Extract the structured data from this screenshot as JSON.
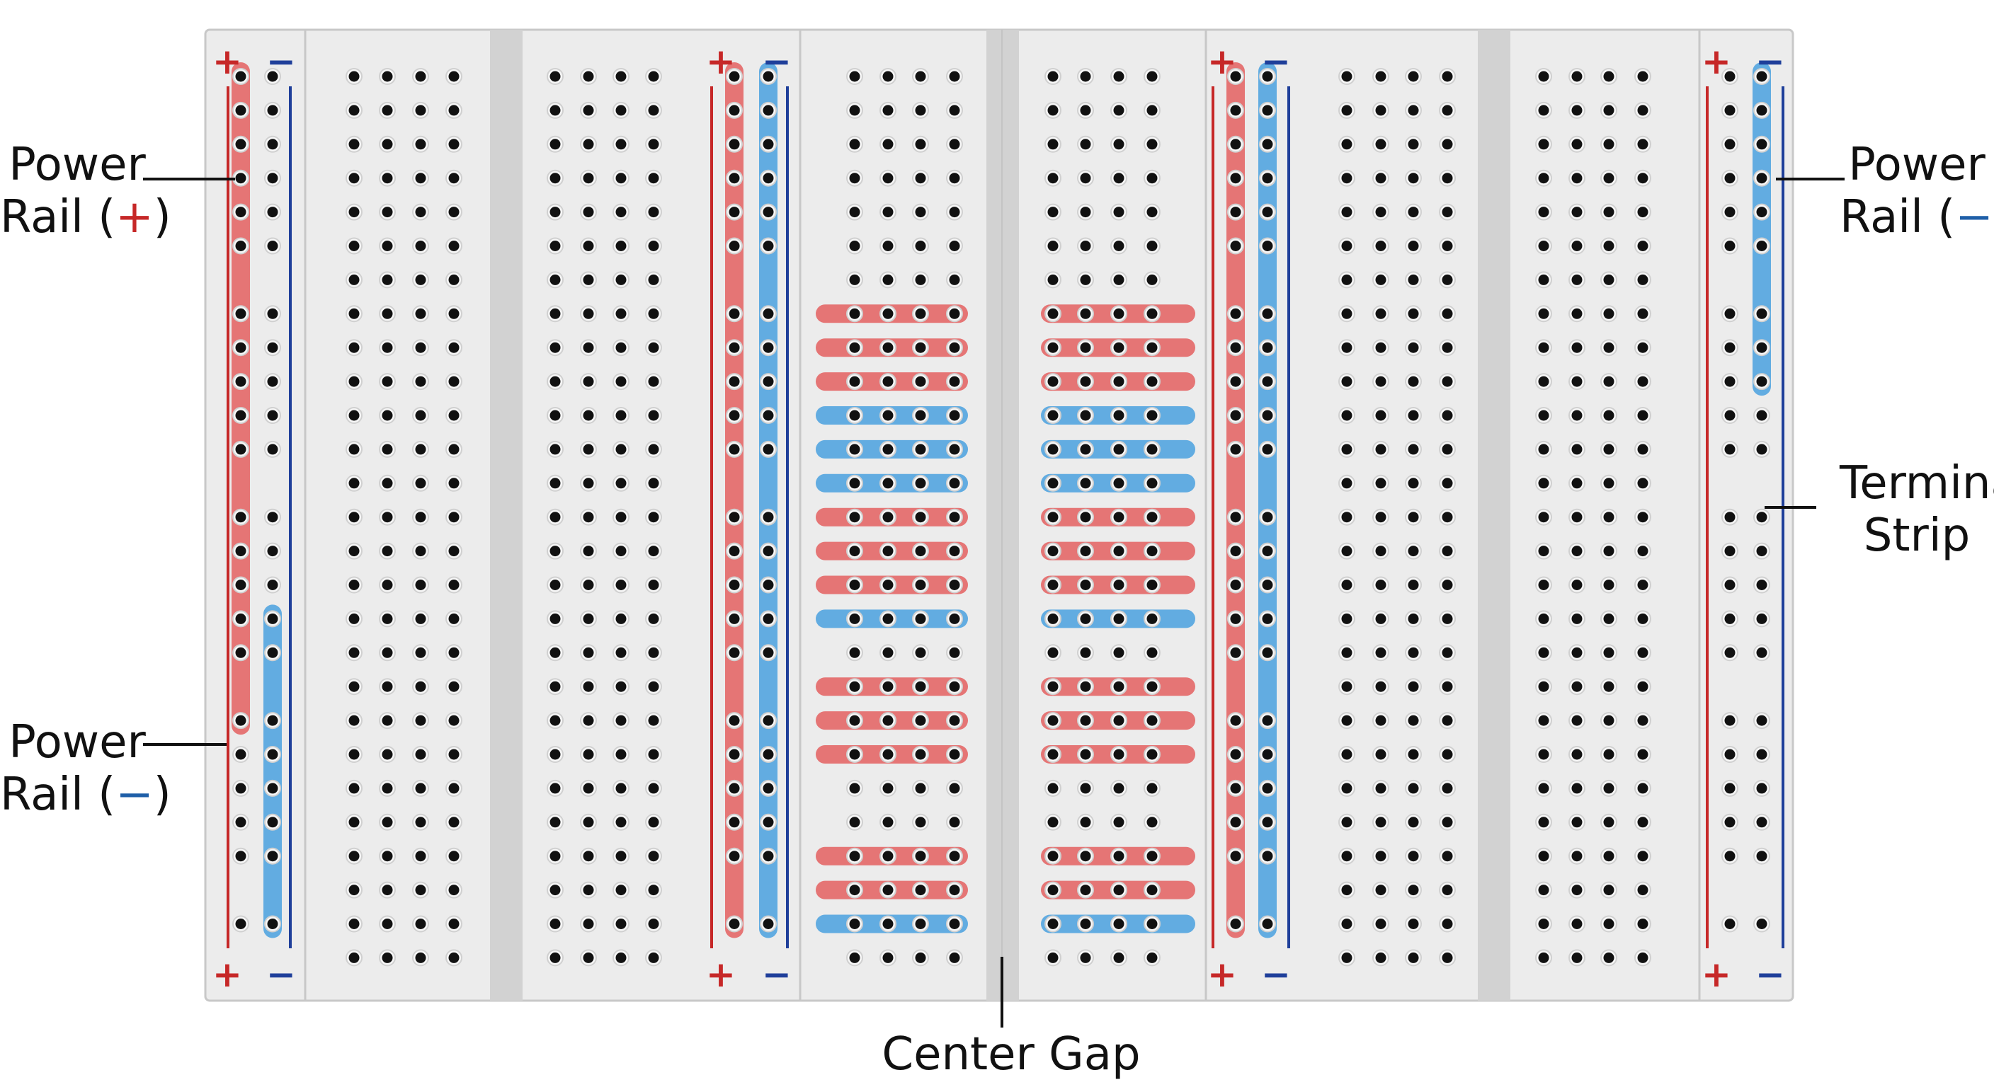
{
  "colors": {
    "board": "#ececec",
    "board_edge": "#c8c8c8",
    "gap": "#d2d2d2",
    "hole": "#111111",
    "hole_ring": "#d0d0d0",
    "positive": "#e46a6a",
    "positive_line": "#c62828",
    "negative": "#56a6e0",
    "negative_line": "#1f3f9a",
    "leader": "#111111"
  },
  "rail_symbols": {
    "plus": "+",
    "minus": "−"
  },
  "labels": {
    "power_rail_pos": {
      "line1": "Power",
      "line2_text": "Rail (",
      "sign": "+",
      "close": ")"
    },
    "power_rail_neg_left": {
      "line1": "Power",
      "line2_text": "Rail (",
      "sign": "−",
      "close": ")"
    },
    "power_rail_neg_right": {
      "line1": "Power",
      "line2_text": "Rail (",
      "sign": "−",
      "close": ")"
    },
    "terminal_strip": {
      "line1": "Terminal",
      "line2": "Strip"
    },
    "center_gap": "Center Gap"
  },
  "board": {
    "rows": 27
  },
  "terminal_highlights": [
    {
      "row": 7,
      "color": "positive"
    },
    {
      "row": 8,
      "color": "positive"
    },
    {
      "row": 9,
      "color": "positive"
    },
    {
      "row": 10,
      "color": "negative"
    },
    {
      "row": 11,
      "color": "negative"
    },
    {
      "row": 12,
      "color": "negative"
    },
    {
      "row": 13,
      "color": "positive"
    },
    {
      "row": 14,
      "color": "positive"
    },
    {
      "row": 15,
      "color": "positive"
    },
    {
      "row": 16,
      "color": "negative"
    },
    {
      "row": 18,
      "color": "positive"
    },
    {
      "row": 19,
      "color": "positive"
    },
    {
      "row": 20,
      "color": "positive"
    },
    {
      "row": 23,
      "color": "positive"
    },
    {
      "row": 24,
      "color": "positive"
    },
    {
      "row": 25,
      "color": "negative"
    }
  ]
}
